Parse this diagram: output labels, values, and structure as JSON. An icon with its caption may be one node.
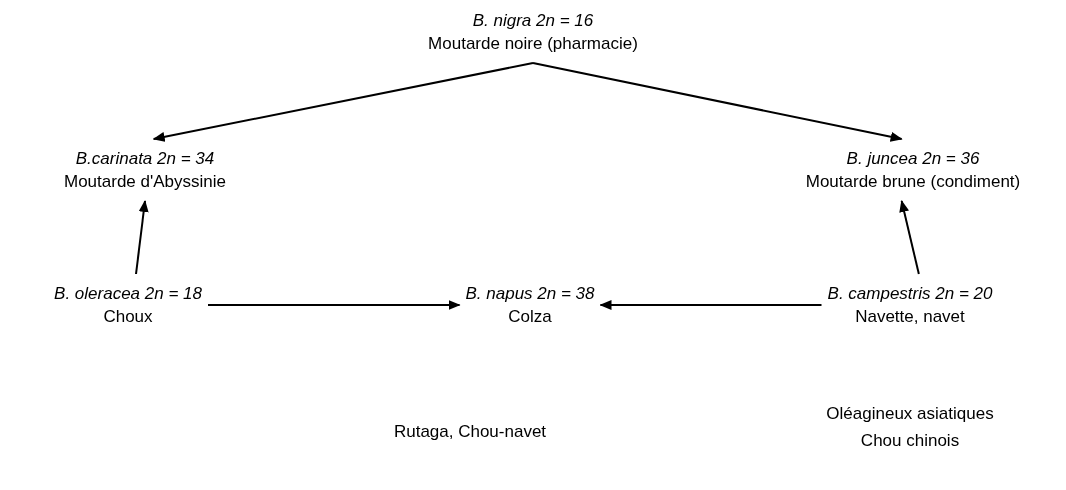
{
  "diagram": {
    "nodes": [
      {
        "text": [
          "B. nigra 2n = 16",
          "Moutarde noire (pharmacie)"
        ]
      },
      {
        "text": [
          "B.carinata 2n = 34",
          "Moutarde d'Abyssinie"
        ]
      },
      {
        "text": [
          "B. juncea 2n = 36",
          "Moutarde brune (condiment)"
        ]
      },
      {
        "text": [
          "B. oleracea 2n = 18",
          "Choux"
        ]
      },
      {
        "text": [
          "B. napus 2n = 38",
          "Colza"
        ]
      },
      {
        "text": [
          "B. campestris 2n = 20",
          "Navette, navet"
        ]
      }
    ],
    "edges": [
      {
        "from": 0,
        "to": 1,
        "arrow": "to"
      },
      {
        "from": 0,
        "to": 2,
        "arrow": "to"
      },
      {
        "from": 3,
        "to": 1,
        "arrow": "to"
      },
      {
        "from": 5,
        "to": 2,
        "arrow": "to"
      },
      {
        "from": 3,
        "to": 4,
        "arrow": "to"
      },
      {
        "from": 5,
        "to": 4,
        "arrow": "to"
      }
    ],
    "labels": [
      "Rutaga, Chou-navet",
      "Oléagineux asiatiques",
      "Chou chinois"
    ]
  }
}
